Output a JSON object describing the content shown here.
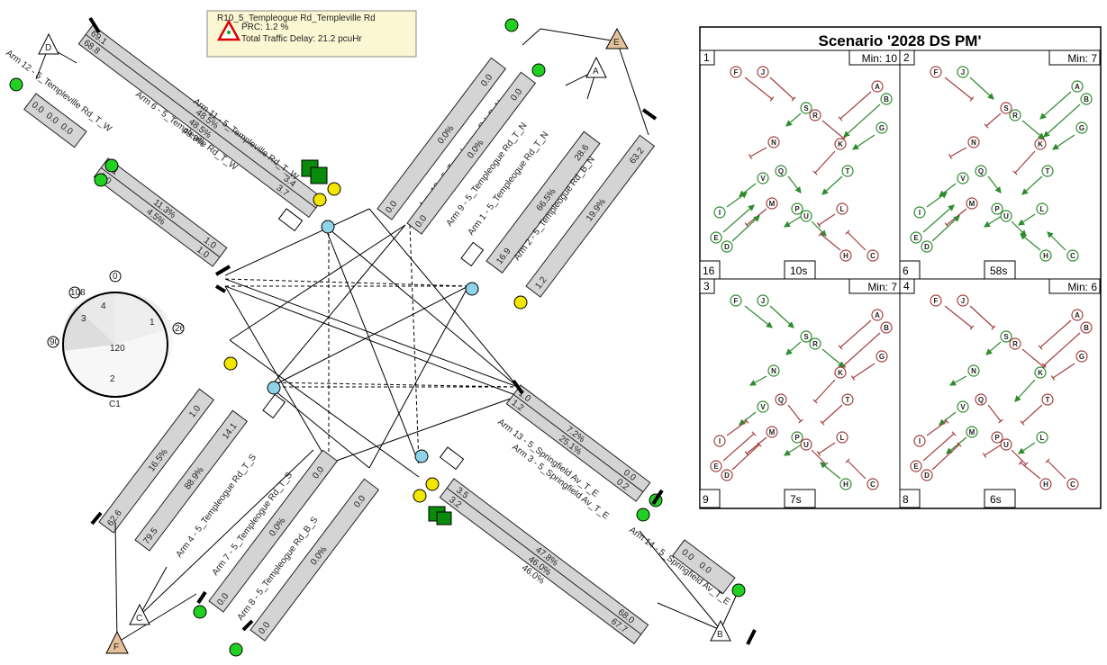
{
  "info_box": {
    "title": "R10_5_Templeogue Rd_Templeville Rd",
    "prc": "PRC: 1.2 %",
    "delay": "Total Traffic Delay: 21.2 pcuHr"
  },
  "nodes": [
    "A",
    "B",
    "C",
    "D",
    "E",
    "F"
  ],
  "arms": [
    {
      "label": "Arm 12 - 5_Templeville Rd_T_W",
      "values": [
        "0.0",
        "0.0",
        "0.0"
      ]
    },
    {
      "label": "Arm 6 - 5_Templeville Rd_T_W",
      "values": [
        "69.1",
        "68.8",
        "48.5%",
        "48.5%",
        "49.9%",
        "3.4",
        "3.7"
      ]
    },
    {
      "label": "Arm 11 - 5_Templeville Rd_T_W",
      "values": [
        "0.1",
        "0.0",
        "11.3%",
        "4.5%",
        "1.0",
        "1.0"
      ]
    },
    {
      "label": "Arm 10 - 5_Templeogue Rd_B_N",
      "values": [
        "0.0",
        "0.0%",
        "0.0"
      ]
    },
    {
      "label": "Arm 9 - 5_Templeogue Rd_T_N",
      "values": [
        "0.0",
        "0.0%",
        "0.0"
      ]
    },
    {
      "label": "Arm 1 - 5_Templeogue Rd_T_N",
      "values": [
        "28.6",
        "66.5%",
        "16.9"
      ]
    },
    {
      "label": "Arm 2 - 5_Templeogue Rd_B_N",
      "values": [
        "63.2",
        "19.9%",
        "1.2"
      ]
    },
    {
      "label": "Arm 13 - 5_Springfield Av_T_E",
      "values": [
        "1.0",
        "1.2",
        "7.2%",
        "25.1%",
        "0.0",
        "0.2"
      ]
    },
    {
      "label": "Arm 3 - 5_Springfield Av_T_E",
      "values": [
        "3.5",
        "3.2",
        "47.8%",
        "46.0%",
        "46.0%",
        "68.0",
        "67.7"
      ]
    },
    {
      "label": "Arm 14 - 5_Springfield Av_T_E",
      "values": [
        "0.0",
        "0.0"
      ]
    },
    {
      "label": "Arm 5 - 5_Templeogue Rd_B_S",
      "values": [
        "62.6",
        "16.5%",
        "1.0"
      ]
    },
    {
      "label": "Arm 4 - 5_Templeogue Rd_T_S",
      "values": [
        "79.5",
        "88.9%",
        "14.1"
      ]
    },
    {
      "label": "Arm 7 - 5_Templeogue Rd_T_S",
      "values": [
        "0.0",
        "0.0%",
        "0.0"
      ]
    },
    {
      "label": "Arm 8 - 5_Templeogue Rd_B_S",
      "values": [
        "0.0",
        "0.0%",
        "0.0"
      ]
    }
  ],
  "cycle": {
    "label": "C1",
    "center_value": "120",
    "segments": [
      "1",
      "2",
      "3",
      "4"
    ],
    "markers": [
      "0",
      "26",
      "90",
      "108"
    ]
  },
  "scenario": {
    "title": "Scenario '2028 DS PM'",
    "phase_letters": [
      "A",
      "B",
      "C",
      "D",
      "E",
      "F",
      "G",
      "H",
      "I",
      "J",
      "K",
      "L",
      "M",
      "N",
      "P",
      "Q",
      "R",
      "S",
      "T",
      "U",
      "V"
    ],
    "stages": [
      {
        "num": "1",
        "min": "Min: 10",
        "int": "16",
        "dur": "10s"
      },
      {
        "num": "2",
        "min": "Min: 7",
        "int": "6",
        "dur": "58s"
      },
      {
        "num": "3",
        "min": "Min: 7",
        "int": "9",
        "dur": "7s"
      },
      {
        "num": "4",
        "min": "Min: 6",
        "int": "8",
        "dur": "6s"
      }
    ]
  },
  "colors": {
    "green": "#2e8b2e",
    "red": "#a34040",
    "box": "#d4d4d4",
    "signal_green": "#0a8a0a",
    "yellow_circle": "#f2e600",
    "blue_circle": "#8fd3e8",
    "node_tan": "#e5c199"
  }
}
